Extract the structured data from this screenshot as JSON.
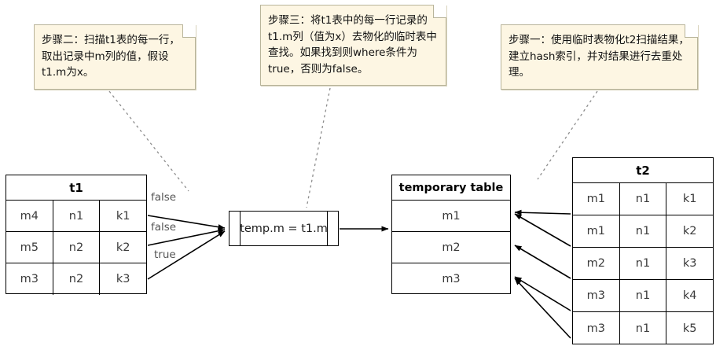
{
  "diagram": {
    "title": "SQL semi-join execution with materialized temporary table",
    "notes": [
      {
        "id": "step2",
        "name": "note-step-two",
        "text": "步骤二：扫描t1表的每一行，取出记录中m列的值，假设t1.m为x。"
      },
      {
        "id": "step3",
        "name": "note-step-three",
        "text": "步骤三：将t1表中的每一行记录的t1.m列（值为x）去物化的临时表中查找。如果找到则where条件为true，否则为false。"
      },
      {
        "id": "step1",
        "name": "note-step-one",
        "text": "步骤一：使用临时表物化t2扫描结果，建立hash索引，并对结果进行去重处理。"
      }
    ],
    "tables": {
      "t1": {
        "title": "t1",
        "rows": [
          [
            "m4",
            "n1",
            "k1"
          ],
          [
            "m5",
            "n2",
            "k2"
          ],
          [
            "m3",
            "n2",
            "k3"
          ]
        ]
      },
      "t2": {
        "title": "t2",
        "rows": [
          [
            "m1",
            "n1",
            "k1"
          ],
          [
            "m1",
            "n1",
            "k2"
          ],
          [
            "m2",
            "n1",
            "k3"
          ],
          [
            "m3",
            "n1",
            "k4"
          ],
          [
            "m3",
            "n1",
            "k5"
          ]
        ]
      },
      "temporary_table": {
        "title": "temporary table",
        "rows": [
          [
            "m1"
          ],
          [
            "m2"
          ],
          [
            "m3"
          ]
        ]
      }
    },
    "process": {
      "label": "temp.m = t1.m"
    },
    "edge_labels": {
      "row1": "false",
      "row2": "false",
      "row3": "true"
    },
    "colors": {
      "note_fill": "#fdf6e3",
      "note_border": "#b8b49a",
      "stroke": "#000000",
      "connector": "#8c8c8c",
      "cell_text": "#3b3b3b"
    }
  }
}
